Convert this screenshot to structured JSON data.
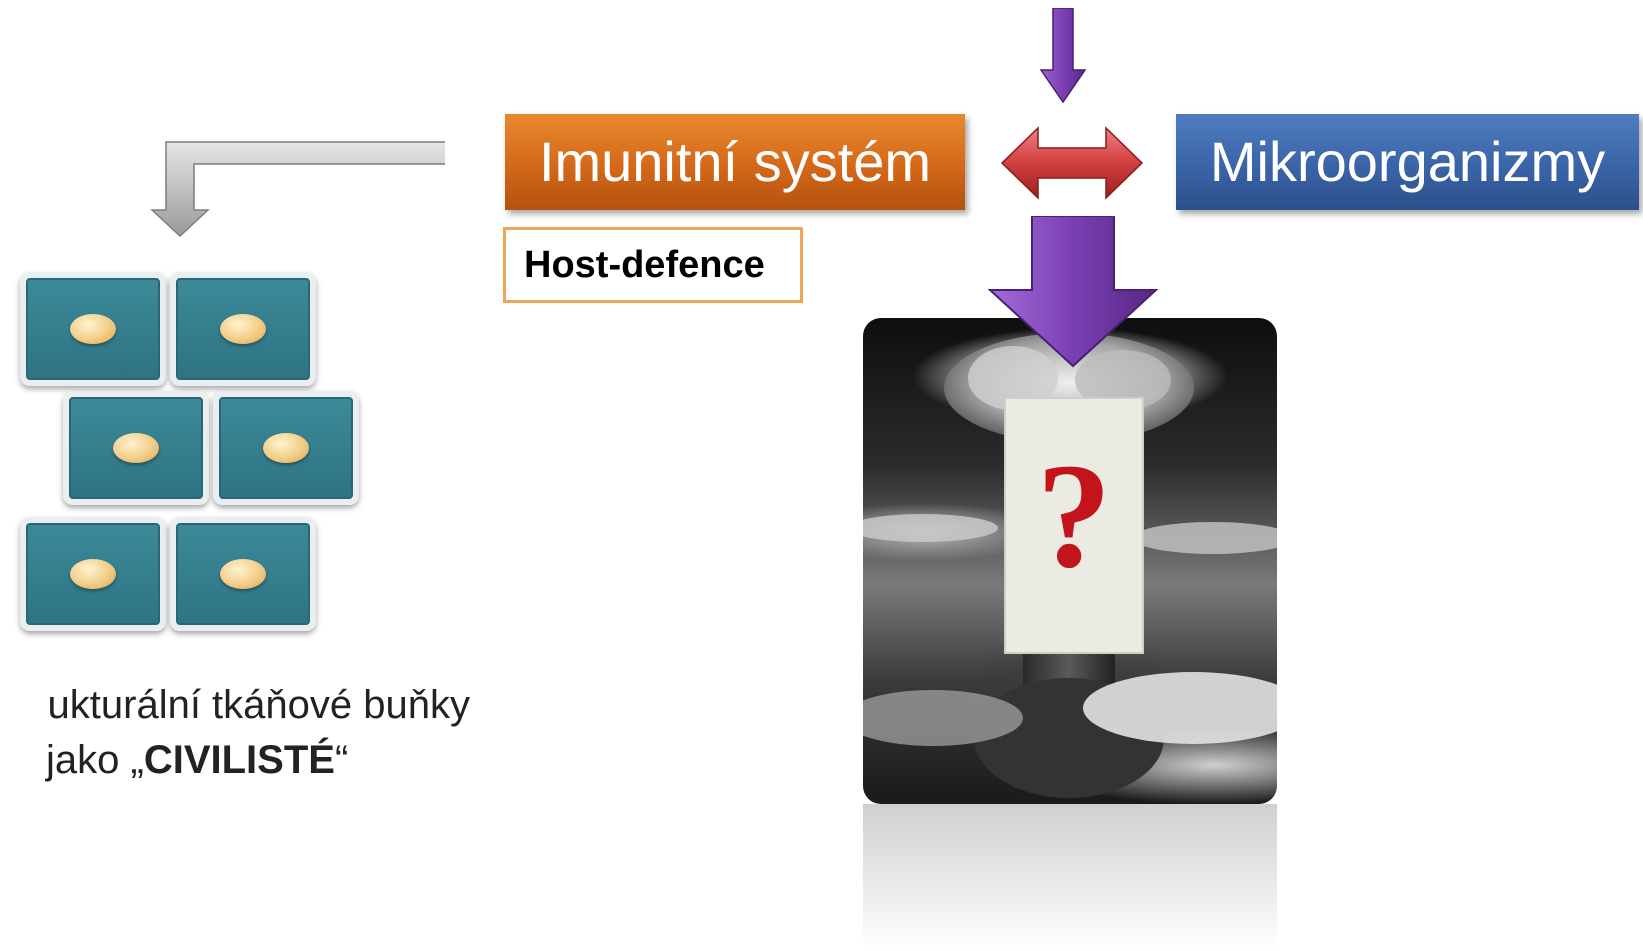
{
  "diagram": {
    "immune_system_label": "Imunitní systém",
    "microorganisms_label": "Mikroorganizmy",
    "host_defence_label": "Host-defence",
    "cells_caption_line1": "ukturální tkáňové buňky",
    "cells_caption_line2_prefix": "jako „",
    "cells_caption_line2_bold": "CIVILISTÉ",
    "cells_caption_line2_suffix": "“",
    "question_mark": "?",
    "colors": {
      "immune_box": "#d4681a",
      "micro_box": "#3a64a8",
      "host_border": "#f0a45a",
      "arrow_purple": "#7b3fb3",
      "arrow_red": "#d13f3f",
      "arrow_gray": "#9a9a9a",
      "cell_fill": "#2e7383",
      "question_red": "#c4141b"
    }
  }
}
